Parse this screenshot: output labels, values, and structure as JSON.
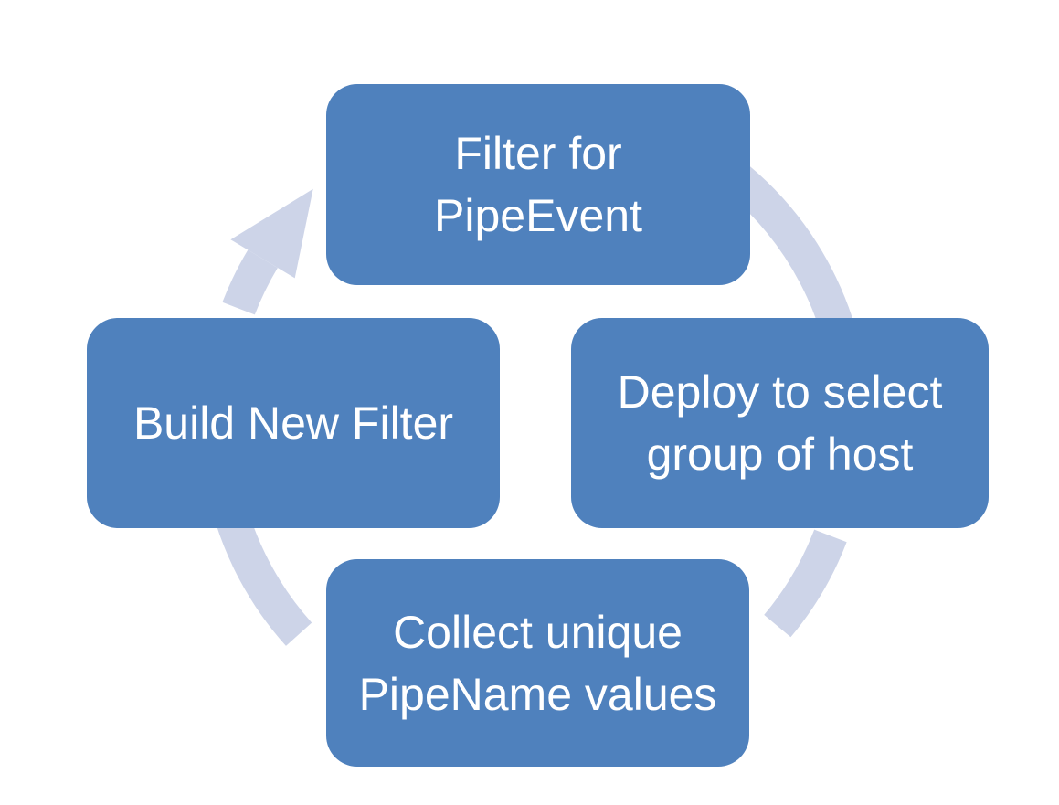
{
  "diagram": {
    "type": "cycle",
    "direction": "clockwise",
    "colors": {
      "node_fill": "#4F81BD",
      "node_text": "#FFFFFF",
      "arrow": "#CDD4E8",
      "background": "#FFFFFF"
    },
    "nodes": [
      {
        "id": "filter-for-pipeevent",
        "position": "top",
        "label": "Filter for\nPipeEvent"
      },
      {
        "id": "deploy-to-select-group-of-host",
        "position": "right",
        "label": "Deploy to select\ngroup of host"
      },
      {
        "id": "collect-unique-pipename-values",
        "position": "bottom",
        "label": "Collect unique\nPipeName values"
      },
      {
        "id": "build-new-filter",
        "position": "left",
        "label": "Build New Filter"
      }
    ]
  }
}
